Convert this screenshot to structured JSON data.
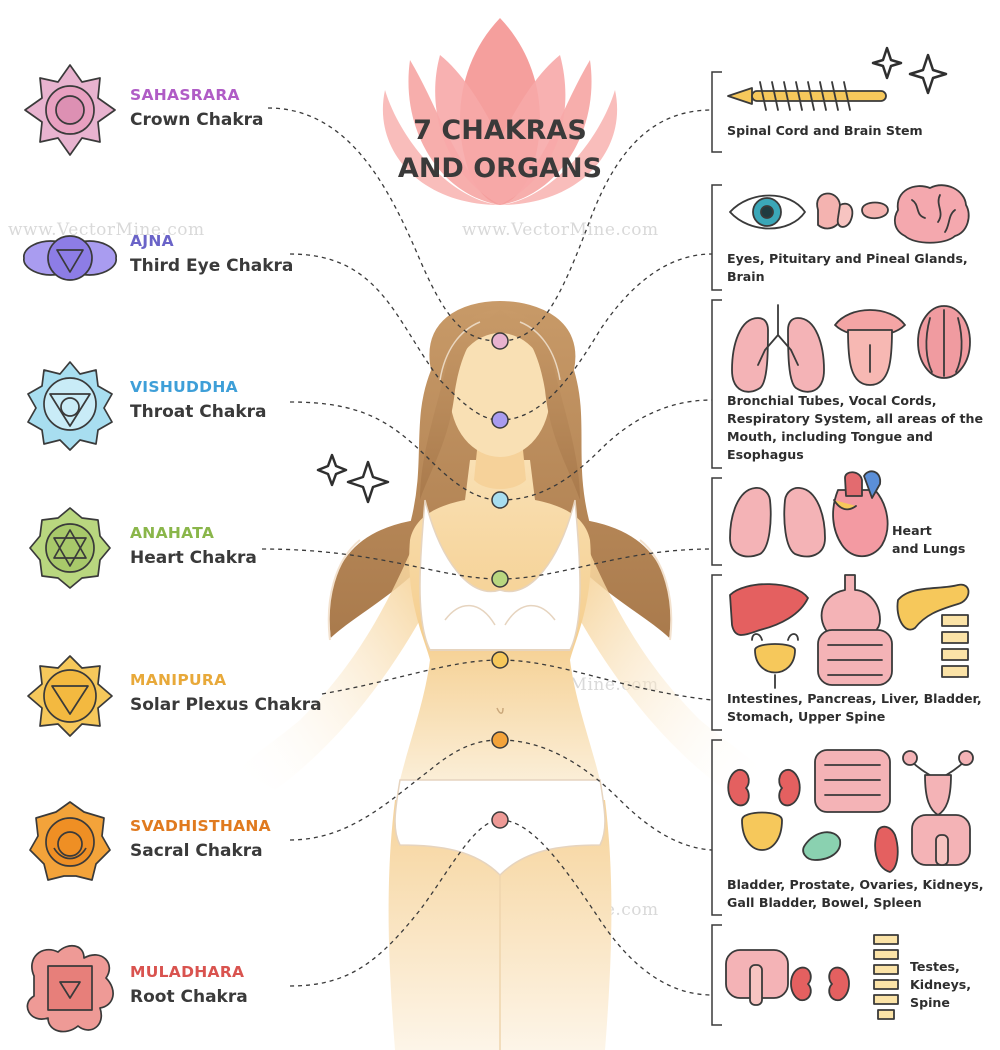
{
  "title_line1": "7 CHAKRAS",
  "title_line2": "AND ORGANS",
  "watermark": "www.VectorMine.com",
  "colors": {
    "text": "#3a3a3a",
    "skin": "#f7d8a6",
    "hair": "#b98a5c",
    "lotus": "#f7a9a8",
    "outline": "#4a4a4a"
  },
  "chakras": [
    {
      "sanskrit": "SAHASRARA",
      "english": "Crown Chakra",
      "color": "#b05cc6",
      "fill": "#e8b3cf"
    },
    {
      "sanskrit": "AJNA",
      "english": "Third Eye Chakra",
      "color": "#6a63c8",
      "fill": "#a99cf0"
    },
    {
      "sanskrit": "VISHUDDHA",
      "english": "Throat Chakra",
      "color": "#3e9fd8",
      "fill": "#a8def0"
    },
    {
      "sanskrit": "ANAHATA",
      "english": "Heart Chakra",
      "color": "#8ab64a",
      "fill": "#b9d77f"
    },
    {
      "sanskrit": "MANIPURA",
      "english": "Solar Plexus Chakra",
      "color": "#e8a93a",
      "fill": "#f6c85b"
    },
    {
      "sanskrit": "SVADHISTHANA",
      "english": "Sacral Chakra",
      "color": "#e07a1f",
      "fill": "#f3a33a"
    },
    {
      "sanskrit": "MULADHARA",
      "english": "Root Chakra",
      "color": "#d9534f",
      "fill": "#ee9a96"
    }
  ],
  "organs": [
    {
      "lines": [
        "Spinal Cord and Brain Stem"
      ],
      "icons": [
        "spine-horizontal-icon"
      ]
    },
    {
      "lines": [
        "Eyes, Pituitary and Pineal Glands,",
        "Brain"
      ],
      "icons": [
        "eye-icon",
        "pituitary-gland-icon",
        "pineal-gland-icon",
        "brain-icon"
      ]
    },
    {
      "lines": [
        "Bronchial Tubes, Vocal Cords,",
        "Respiratory System, all areas of the",
        "Mouth, including Tongue and",
        "Esophagus"
      ],
      "icons": [
        "bronchial-lungs-icon",
        "mouth-tongue-icon",
        "esophagus-icon"
      ]
    },
    {
      "lines": [
        "Heart",
        "and Lungs"
      ],
      "icons": [
        "lungs-icon",
        "heart-icon"
      ]
    },
    {
      "lines": [
        "Intestines, Pancreas, Liver, Bladder,",
        "Stomach, Upper Spine"
      ],
      "icons": [
        "liver-icon",
        "stomach-intestines-icon",
        "pancreas-icon",
        "bladder-icon",
        "upper-spine-icon"
      ]
    },
    {
      "lines": [
        "Bladder, Prostate, Ovaries, Kidneys,",
        "Gall Bladder, Bowel, Spleen"
      ],
      "icons": [
        "kidneys-icon",
        "bowel-icon",
        "ovaries-icon",
        "bladder-icon",
        "gall-bladder-icon",
        "spleen-icon",
        "prostate-icon"
      ]
    },
    {
      "lines": [
        "Testes,",
        "Kidneys,",
        "Spine"
      ],
      "icons": [
        "testes-icon",
        "kidneys-icon",
        "spine-icon"
      ]
    }
  ]
}
